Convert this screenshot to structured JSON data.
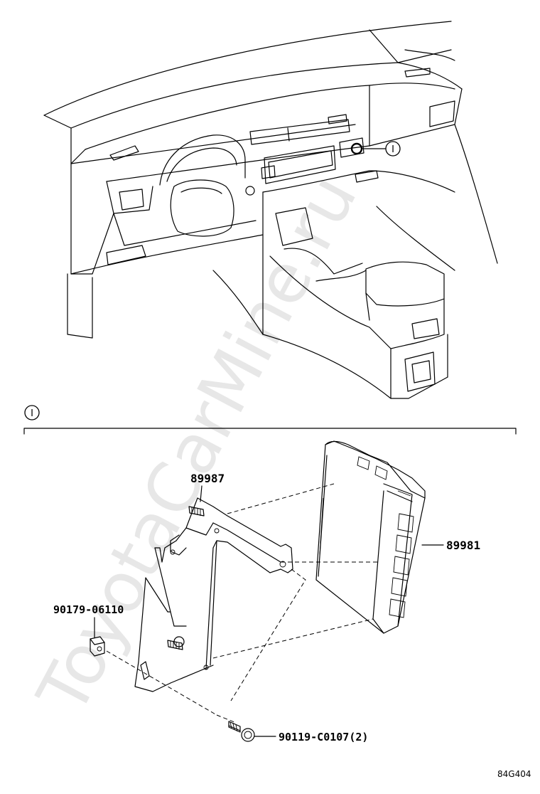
{
  "diagram": {
    "callout_marker": "I",
    "section_marker": "I",
    "parts": {
      "ecu": "89981",
      "bracket": "89987",
      "nut": "90179-06110",
      "bolt": "90119-C0107(2)"
    },
    "figure_code": "84G404",
    "watermark": "ToyotaCarMine.ru"
  }
}
